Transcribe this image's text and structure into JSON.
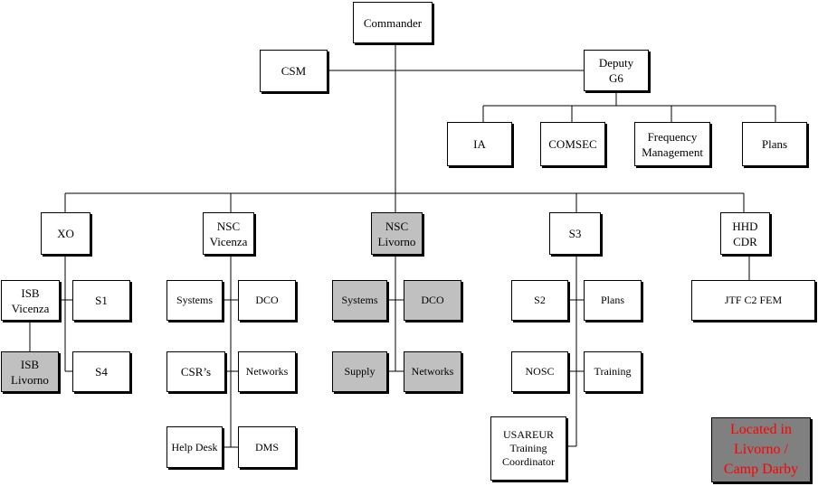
{
  "nodes": {
    "commander": "Commander",
    "csm": "CSM",
    "deputy_g6": "Deputy\nG6",
    "ia": "IA",
    "comsec": "COMSEC",
    "frequency_management": "Frequency\nManagement",
    "plans_top": "Plans",
    "xo": "XO",
    "nsc_vicenza": "NSC\nVicenza",
    "nsc_livorno": "NSC\nLivorno",
    "s3": "S3",
    "hhd_cdr": "HHD\nCDR",
    "isb_vicenza": "ISB\nVicenza",
    "s1": "S1",
    "isb_livorno": "ISB\nLivorno",
    "s4": "S4",
    "systems_vicenza": "Systems",
    "dco_vicenza": "DCO",
    "csrs": "CSR’s",
    "networks_vicenza": "Networks",
    "help_desk": "Help Desk",
    "dms": "DMS",
    "systems_livorno": "Systems",
    "dco_livorno": "DCO",
    "supply": "Supply",
    "networks_livorno": "Networks",
    "s2": "S2",
    "plans_s3": "Plans",
    "nosc": "NOSC",
    "training": "Training",
    "usareur_training": "USAREUR\nTraining\nCoordinator",
    "jtf_c2_fem": "JTF C2 FEM"
  },
  "legend": {
    "located_text": "Located in\nLivorno /\nCamp Darby"
  },
  "colors": {
    "box_fill": "#ffffff",
    "shaded_fill": "#c0c0c0",
    "legend_fill": "#808080",
    "legend_text": "#ff0000",
    "line": "#000000"
  }
}
